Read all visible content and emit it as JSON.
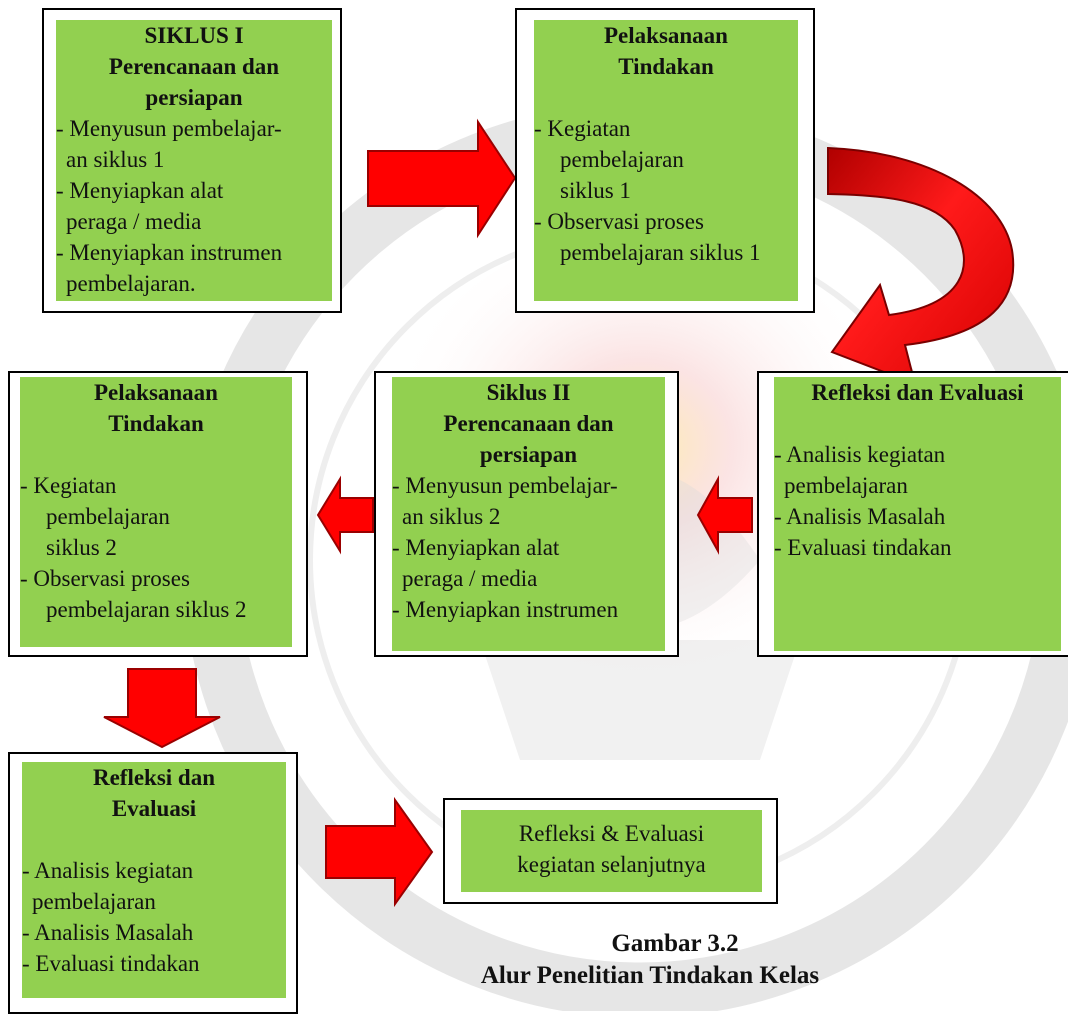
{
  "boxes": {
    "siklus1_plan": {
      "title": [
        "SIKLUS  I",
        "Perencanaan dan",
        "persiapan"
      ],
      "lines": [
        "- Menyusun pembelajar-",
        "an siklus 1",
        "- Menyiapkan alat",
        "peraga / media",
        "- Menyiapkan instrumen",
        "pembelajaran."
      ]
    },
    "siklus1_action": {
      "title": [
        "Pelaksanaan",
        "Tindakan"
      ],
      "lines": [
        "- Kegiatan",
        "pembelajaran",
        "siklus 1",
        "- Observasi proses",
        "pembelajaran siklus 1"
      ]
    },
    "siklus1_reflect": {
      "title": [
        "Refleksi dan Evaluasi"
      ],
      "lines": [
        "- Analisis kegiatan",
        "pembelajaran",
        "- Analisis Masalah",
        "- Evaluasi tindakan"
      ]
    },
    "siklus2_plan": {
      "title": [
        "Siklus II",
        "Perencanaan dan",
        "persiapan"
      ],
      "lines": [
        "- Menyusun pembelajar-",
        "an siklus 2",
        "- Menyiapkan alat",
        "peraga / media",
        "- Menyiapkan instrumen"
      ]
    },
    "siklus2_action": {
      "title": [
        "Pelaksanaan",
        "Tindakan"
      ],
      "lines": [
        "- Kegiatan",
        "pembelajaran",
        "siklus 2",
        "- Observasi proses",
        "pembelajaran siklus 2"
      ]
    },
    "siklus2_reflect": {
      "title": [
        "Refleksi dan",
        "Evaluasi"
      ],
      "lines": [
        "- Analisis kegiatan",
        "pembelajaran",
        "- Analisis Masalah",
        "- Evaluasi tindakan"
      ]
    },
    "next": {
      "lines": [
        "Refleksi & Evaluasi",
        "kegiatan selanjutnya"
      ]
    }
  },
  "caption": [
    "Gambar 3.2",
    "Alur Penelitian Tindakan Kelas"
  ],
  "colors": {
    "box_fill": "#92d050",
    "arrow": "#ff0000",
    "arrow_dark": "#c00000"
  }
}
